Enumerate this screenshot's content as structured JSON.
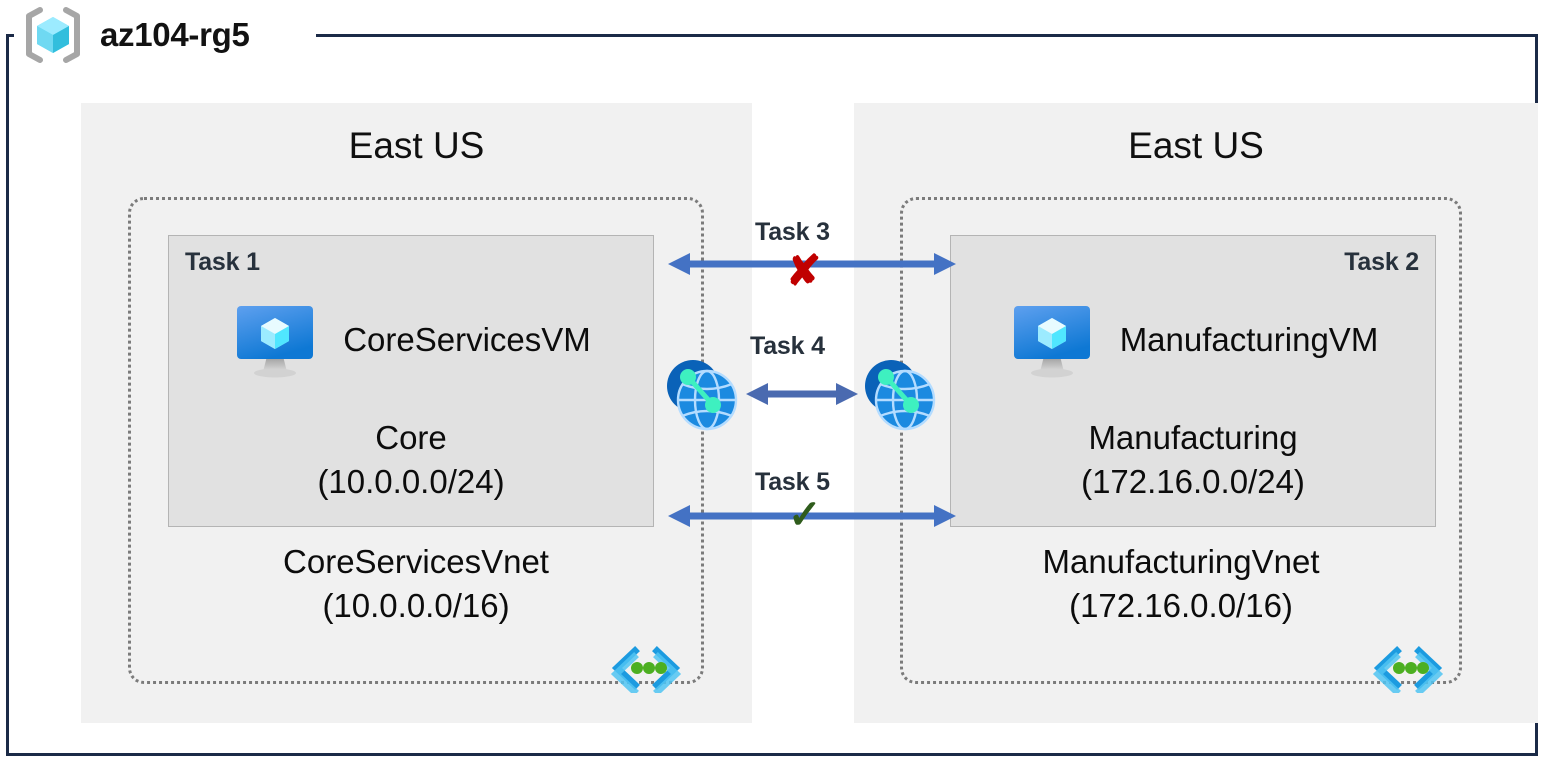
{
  "resource_group": {
    "title": "az104-rg5",
    "icon": "resource-group-cube-icon"
  },
  "colors": {
    "frame_border": "#1b2a47",
    "region_background": "#f1f1f1",
    "vnet_border": "#7b7b7b",
    "subnet_background": "#e1e1e1",
    "subnet_border": "#b4b4b4",
    "arrow_blue": "#4472c4",
    "peering_arrow_blue": "#4a6ab0",
    "blocked_red": "#c00000",
    "allowed_green": "#2f5c1c",
    "task_label": "#27313c",
    "vm_icon_blue": "#2f86d8",
    "vnet_corner_blue": "#1c9be0",
    "vnet_corner_green": "#4caf21"
  },
  "regions": [
    {
      "id": "region-left",
      "label": "East US",
      "vnet": {
        "name": "CoreServicesVnet",
        "cidr": "(10.0.0.0/16)",
        "corner_icon": "virtual-network-icon",
        "subnet": {
          "task_tag": "Task 1",
          "task_tag_align": "left",
          "vm_name": "CoreServicesVM",
          "vm_icon": "virtual-machine-icon",
          "subnet_name": "Core",
          "subnet_cidr": "(10.0.0.0/24)"
        }
      }
    },
    {
      "id": "region-right",
      "label": "East US",
      "vnet": {
        "name": "ManufacturingVnet",
        "cidr": "(172.16.0.0/16)",
        "corner_icon": "virtual-network-icon",
        "subnet": {
          "task_tag": "Task 2",
          "task_tag_align": "right",
          "vm_name": "ManufacturingVM",
          "vm_icon": "virtual-machine-icon",
          "subnet_name": "Manufacturing",
          "subnet_cidr": "(172.16.0.0/24)"
        }
      }
    }
  ],
  "connectors": [
    {
      "id": "task3",
      "label": "Task 3",
      "marker": "✘",
      "marker_meaning": "blocked",
      "style": "double-arrow"
    },
    {
      "id": "task4",
      "label": "Task 4",
      "marker": "",
      "marker_meaning": "peering",
      "style": "double-arrow-short",
      "endpoint_icon": "vnet-peering-icon"
    },
    {
      "id": "task5",
      "label": "Task 5",
      "marker": "✓",
      "marker_meaning": "allowed",
      "style": "double-arrow"
    }
  ]
}
